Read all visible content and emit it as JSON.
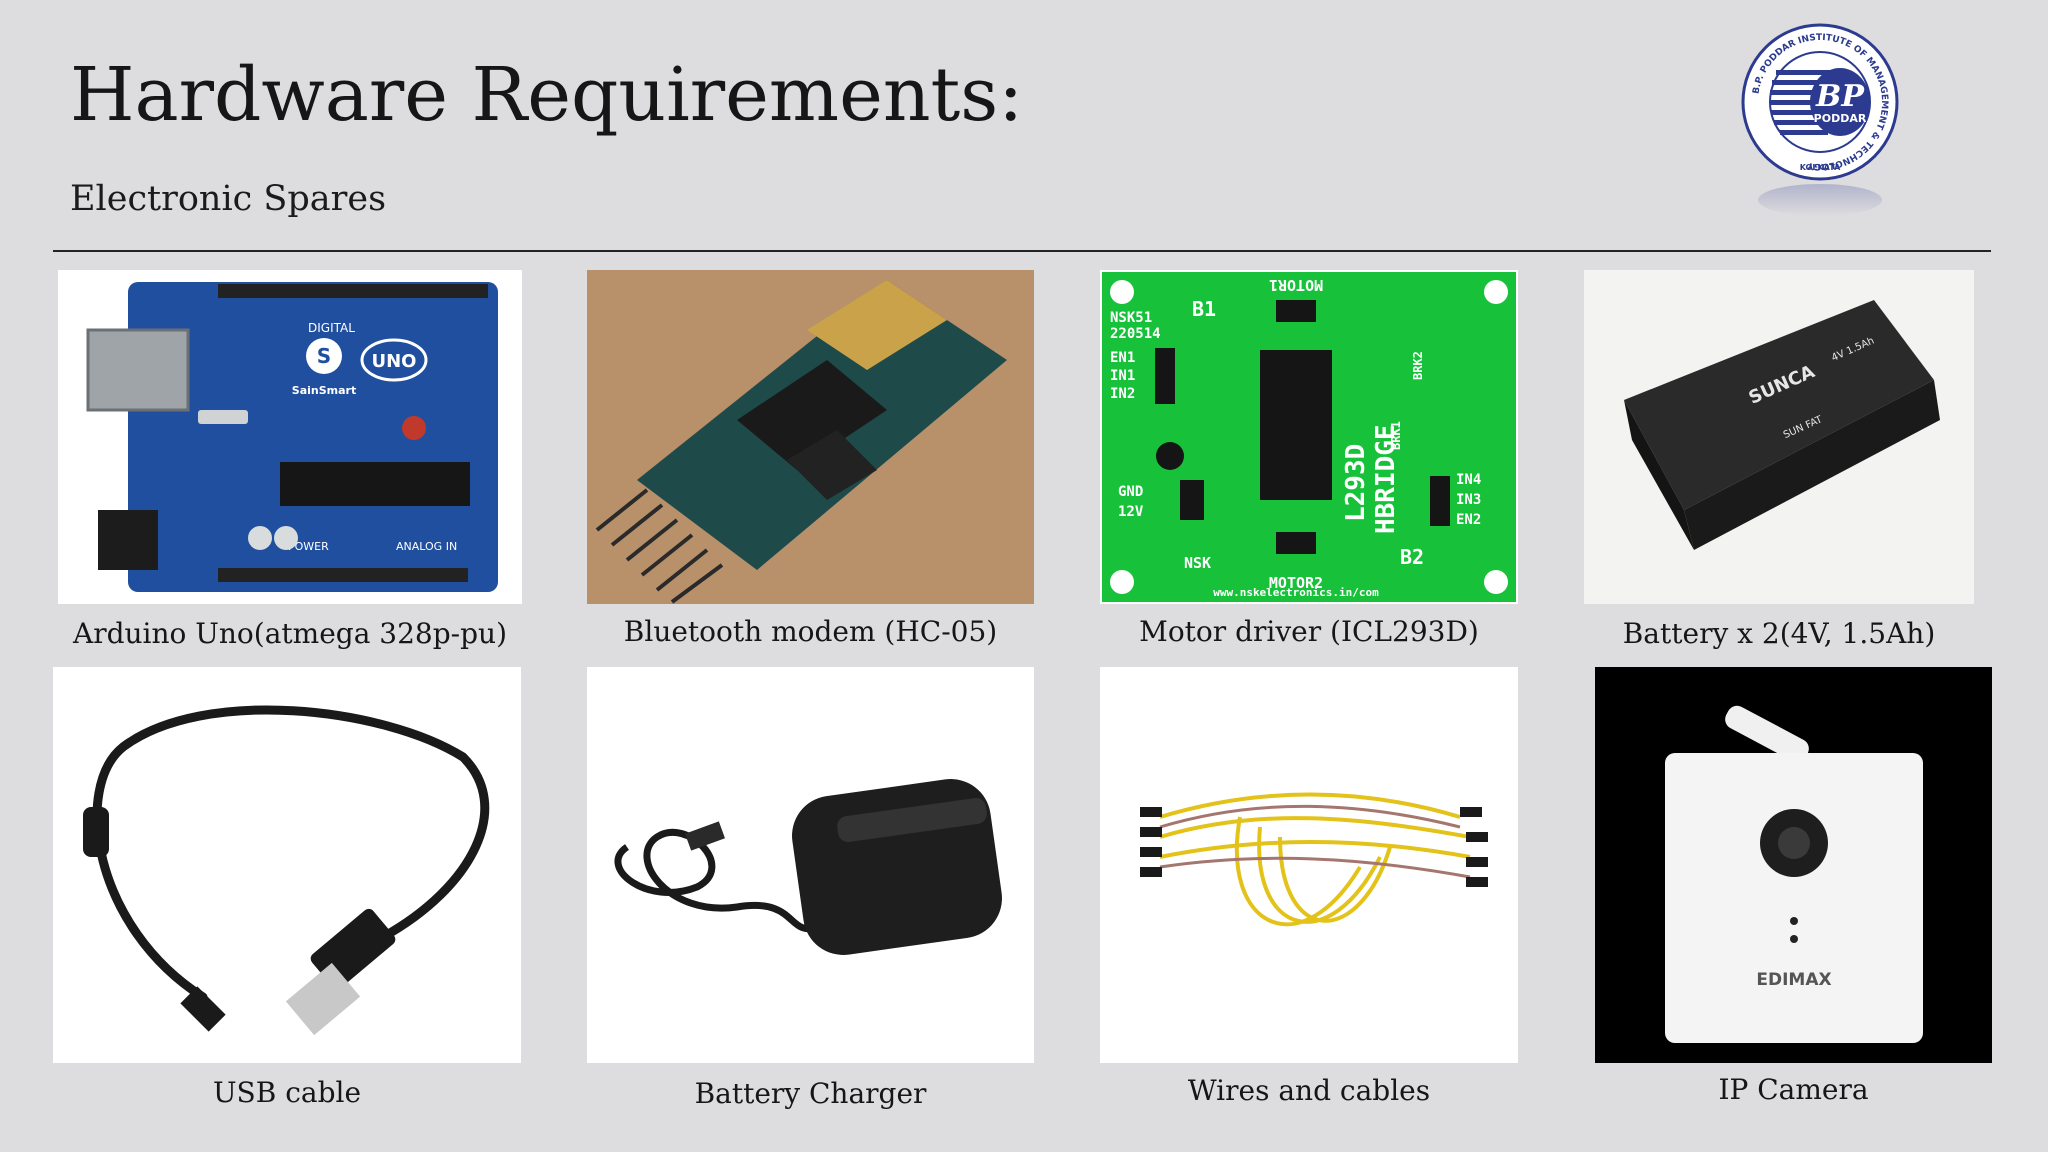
{
  "slide": {
    "title": "Hardware Requirements:",
    "subtitle": "Electronic Spares"
  },
  "logo": {
    "ring_text": "B.P. PODDAR INSTITUTE OF MANAGEMENT & TECHNOLOGY",
    "city": "KOLKATA",
    "monogram": "BP",
    "name": "PODDAR"
  },
  "items": [
    {
      "caption": "Arduino Uno(atmega 328p-pu)",
      "icon": "arduino-uno-board"
    },
    {
      "caption": "Bluetooth modem (HC-05)",
      "icon": "bluetooth-module"
    },
    {
      "caption": "Motor driver (ICL293D)",
      "icon": "motor-driver-board"
    },
    {
      "caption": "Battery x 2(4V, 1.5Ah)",
      "icon": "battery"
    },
    {
      "caption": "USB cable",
      "icon": "usb-cable"
    },
    {
      "caption": "Battery Charger",
      "icon": "charger"
    },
    {
      "caption": "Wires and cables",
      "icon": "jumper-wires"
    },
    {
      "caption": "IP Camera",
      "icon": "ip-camera"
    }
  ],
  "print": {
    "arduino_brand": "UNO",
    "arduino_maker": "SainSmart",
    "arduino_digital": "DIGITAL",
    "arduino_power": "POWER",
    "arduino_analog": "ANALOG IN",
    "md_top": "MOTOR1",
    "md_bottom": "MOTOR2",
    "md_b1": "B1",
    "md_b2": "B2",
    "md_code": "NSK51",
    "md_num": "220514",
    "md_chip_label": "L293D",
    "md_hbridge": "HBRIDGE",
    "md_en1": "EN1",
    "md_in1": "IN1",
    "md_in2": "IN2",
    "md_gnd": "GND",
    "md_12v": "12V",
    "md_in4": "IN4",
    "md_in3": "IN3",
    "md_en2": "EN2",
    "md_brk1": "BRK1",
    "md_brk2": "BRK2",
    "md_nsk": "NSK",
    "md_url": "www.nskelectronics.in/com",
    "battery_brand": "SUNCA",
    "battery_rating": "4V 1.5Ah",
    "battery_maker": "SUN FAT",
    "camera_brand": "EDIMAX"
  },
  "colors": {
    "background": "#dddcdf",
    "rule": "#222222",
    "logo_blue": "#2c3b8f",
    "pcb_blue": "#1f4f9e",
    "pcb_green": "#17c23a"
  }
}
